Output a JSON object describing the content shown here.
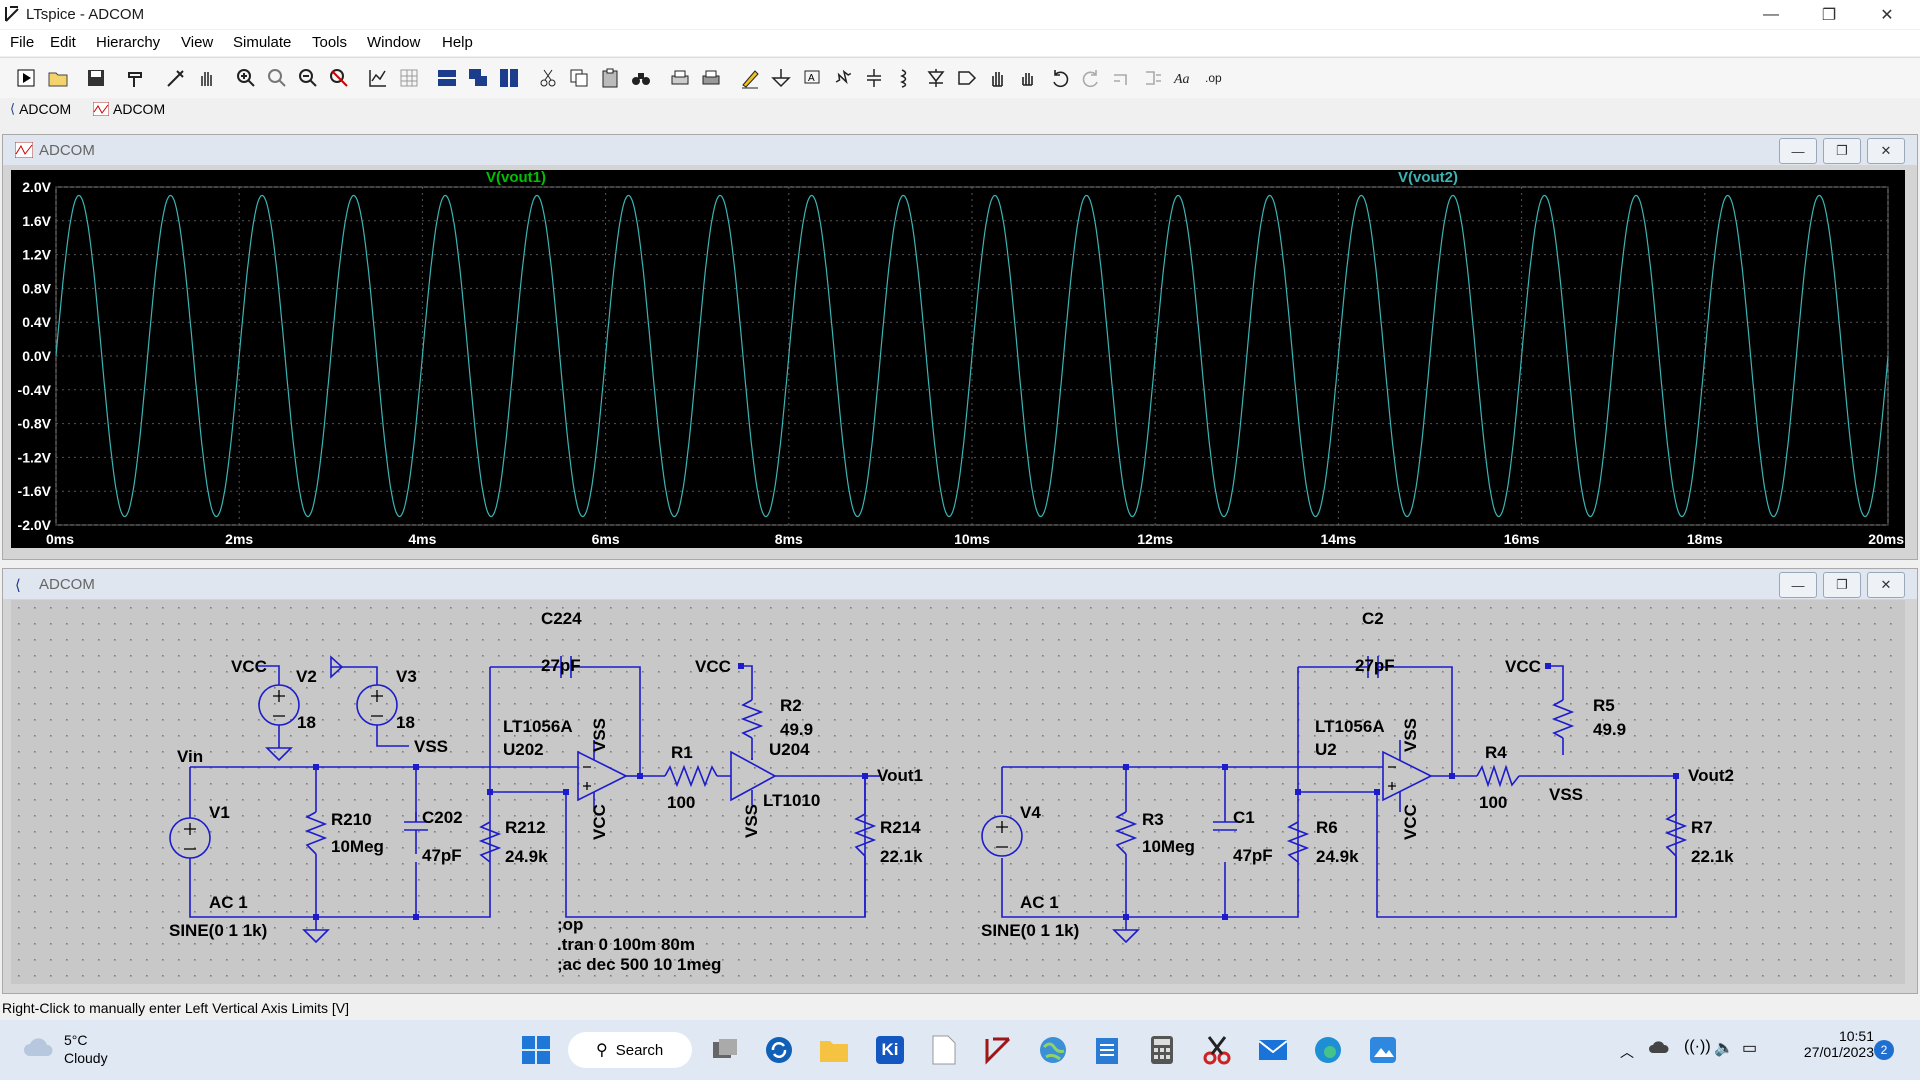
{
  "app": {
    "title": "LTspice - ADCOM",
    "menu": [
      "File",
      "Edit",
      "Hierarchy",
      "View",
      "Simulate",
      "Tools",
      "Window",
      "Help"
    ],
    "tabs": [
      "ADCOM",
      "ADCOM"
    ]
  },
  "plot_window": {
    "title": "ADCOM",
    "traces": [
      {
        "name": "V(vout1)",
        "color": "#00c000"
      },
      {
        "name": "V(vout2)",
        "color": "#3cb4b4"
      }
    ],
    "y_ticks": [
      "2.0V",
      "1.6V",
      "1.2V",
      "0.8V",
      "0.4V",
      "0.0V",
      "-0.4V",
      "-0.8V",
      "-1.2V",
      "-1.6V",
      "-2.0V"
    ],
    "x_ticks": [
      "0ms",
      "2ms",
      "4ms",
      "6ms",
      "8ms",
      "10ms",
      "12ms",
      "14ms",
      "16ms",
      "18ms",
      "20ms"
    ]
  },
  "chart_data": {
    "type": "line",
    "x": {
      "unit": "ms",
      "min": 0,
      "max": 20
    },
    "ylim": [
      -2.0,
      2.0
    ],
    "series": [
      {
        "name": "V(vout2)",
        "waveform": "sine",
        "amplitude_v": 1.9,
        "frequency_hz": 1000,
        "x_range_ms": [
          0,
          20
        ]
      }
    ],
    "grid": true
  },
  "schematic_window": {
    "title": "ADCOM",
    "labels": {
      "vcc1": "VCC",
      "v2": "V2",
      "v3": "V3",
      "v2_val": "18",
      "v3_val": "18",
      "vss1": "VSS",
      "vin": "Vin",
      "v1": "V1",
      "ac1": "AC 1",
      "sine1": "SINE(0 1 1k)",
      "r210": "R210",
      "r210v": "10Meg",
      "c202": "C202",
      "c202v": "47pF",
      "r212": "R212",
      "r212v": "24.9k",
      "c224": "C224",
      "c224v": "27pF",
      "u202a": "LT1056A",
      "u202b": "U202",
      "vss_u202": "VSS",
      "vcc_u202": "VCC",
      "r1": "R1",
      "r1v": "100",
      "vcc2": "VCC",
      "r2": "R2",
      "r2v": "49.9",
      "u204": "U204",
      "lt1010": "LT1010",
      "vss_u204": "VSS",
      "vout1": "Vout1",
      "r214": "R214",
      "r214v": "22.1k",
      "spice1": ";op",
      "spice2": ".tran 0 100m 80m",
      "spice3": ";ac dec 500 10 1meg",
      "v4": "V4",
      "ac2": "AC 1",
      "sine2": "SINE(0 1 1k)",
      "r3": "R3",
      "r3v": "10Meg",
      "c1": "C1",
      "c1v": "47pF",
      "r6": "R6",
      "r6v": "24.9k",
      "c2": "C2",
      "c2v": "27pF",
      "u2a": "LT1056A",
      "u2b": "U2",
      "vss_u2": "VSS",
      "vcc_u2": "VCC",
      "vcc3": "VCC",
      "r5": "R5",
      "r5v": "49.9",
      "r4": "R4",
      "r4v": "100",
      "vss3": "VSS",
      "vout2": "Vout2",
      "r7": "R7",
      "r7v": "22.1k"
    }
  },
  "status_bar": {
    "text": "Right-Click to manually enter Left Vertical Axis Limits [V]"
  },
  "taskbar": {
    "weather_temp": "5°C",
    "weather_desc": "Cloudy",
    "search_label": "Search",
    "time": "10:51",
    "date": "27/01/2023",
    "badge": "2"
  },
  "colors": {
    "grid": "#555555",
    "wire": "#1c1ccc",
    "trace": "#3cb4b4",
    "ground": "#1c1ccc"
  }
}
